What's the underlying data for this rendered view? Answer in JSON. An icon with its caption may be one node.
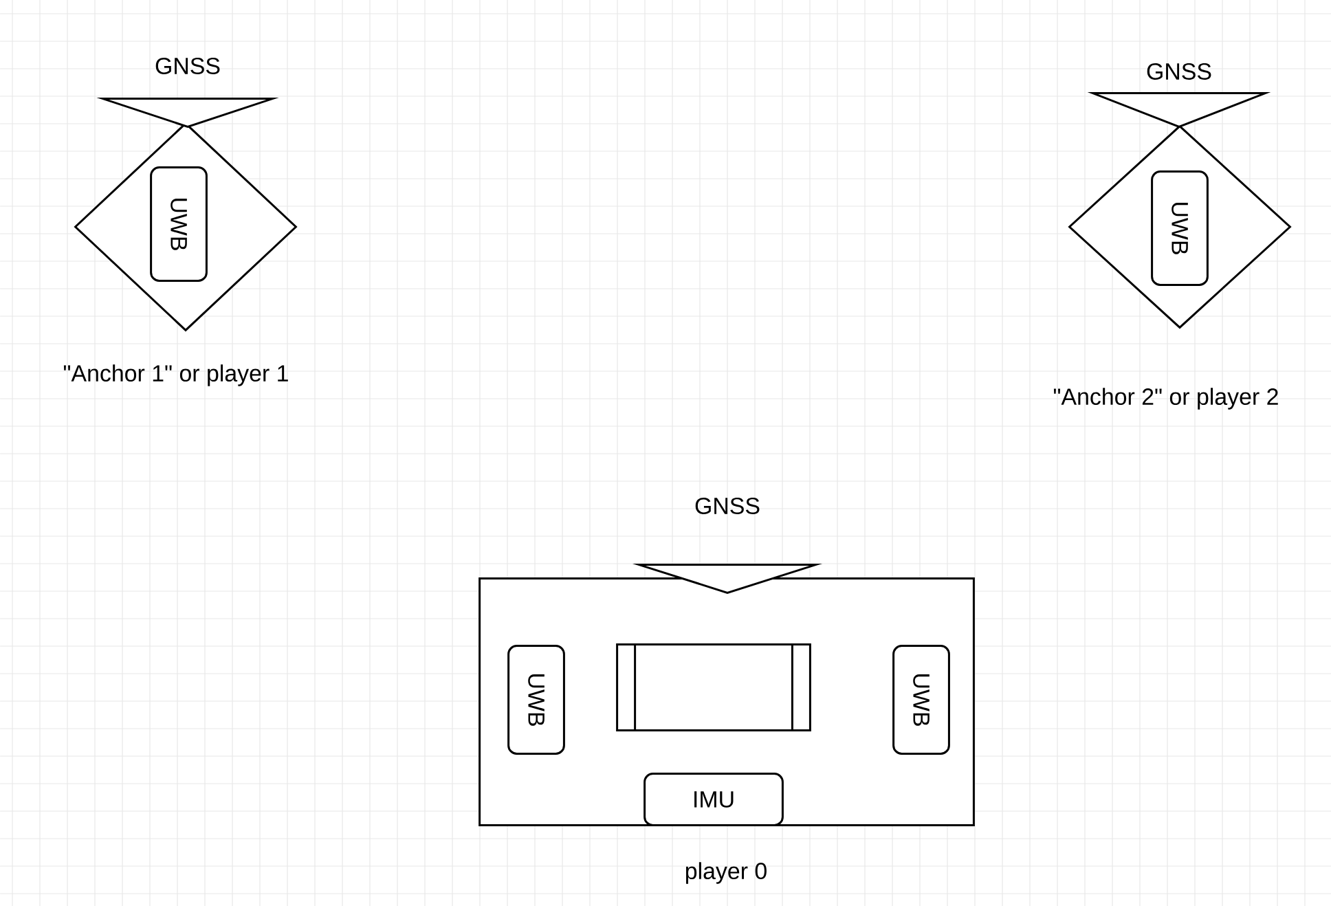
{
  "diagram": {
    "nodes": [
      {
        "text": [
          "GNSS"
        ]
      },
      {
        "text": [],
        "shape": "diamond",
        "beside": [
          "\"Anchor 1\" or player 1"
        ]
      },
      {
        "text": [
          "UWB"
        ],
        "in": 1
      },
      {
        "text": [
          "GNSS"
        ]
      },
      {
        "text": [],
        "shape": "diamond",
        "beside": [
          "\"Anchor 2\" or player 2"
        ]
      },
      {
        "text": [
          "UWB"
        ],
        "in": 4
      },
      {
        "text": [
          "GNSS"
        ]
      },
      {
        "text": [],
        "shape": "box",
        "beside": [
          "player 0"
        ]
      },
      {
        "text": [
          "UWB"
        ],
        "in": 7
      },
      {
        "text": [],
        "shape": "box",
        "in": 7
      },
      {
        "text": [
          "UWB"
        ],
        "in": 7
      },
      {
        "text": [
          "IMU"
        ],
        "in": 7
      }
    ]
  }
}
